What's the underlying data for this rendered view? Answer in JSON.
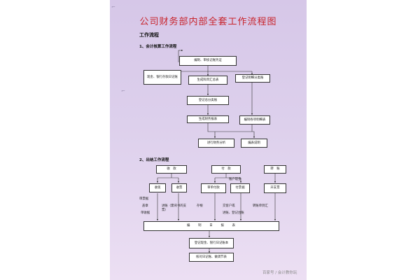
{
  "document": {
    "title": "公司财务部内部全套工作流程图",
    "section_heading": "工作流程",
    "sub1_heading": "1、会计核算工作流程",
    "sub2_heading": "2、出纳工作流程",
    "watermark": "百家号 / 会计教你玩"
  },
  "flow1": {
    "compile_vouchers": "编制、审核记账凭证",
    "cash_bank_journal": "现金、银行存款日记账",
    "summary_table": "生成科目汇总表",
    "detail_ledger": "登记明细分类账",
    "general_ledger": "登记总分类账",
    "balance_sheet": "生成财务报表",
    "detail_table": "编制各项明细表",
    "financial_analysis": "进行财务分析",
    "report_notes": "编表说明"
  },
  "flow2": {
    "receive": "收　款",
    "pay": "付　款",
    "transfer": "转　账",
    "collect_cash": "收现",
    "collect_note": "收票",
    "audit_pay": "审单付款",
    "pay_note": "付票据",
    "issue_note": "开支票",
    "account_tag": "账户现金",
    "review_tag": "审票据",
    "side_deposit": "盖章",
    "side_bank": "单收据",
    "cash_note": "进账（需背书的支票）",
    "stub": "存根",
    "customer": "交客户或",
    "transfer_mark": "进账、登记台账",
    "transfer_note": "转账单到汇",
    "daily_report": "编　　制　　日　　报　　表",
    "register_journal": "登记现金、银行日记账本",
    "check_ledger": "核对日记账、做调节表"
  }
}
